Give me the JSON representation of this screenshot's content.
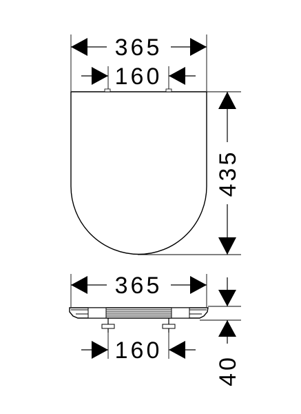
{
  "top_view": {
    "overall_width": "365",
    "hinge_spacing": "160",
    "length": "435"
  },
  "side_view": {
    "overall_width": "365",
    "hinge_spacing": "160",
    "height": "40"
  },
  "colors": {
    "line": "#000000",
    "background": "#ffffff"
  }
}
